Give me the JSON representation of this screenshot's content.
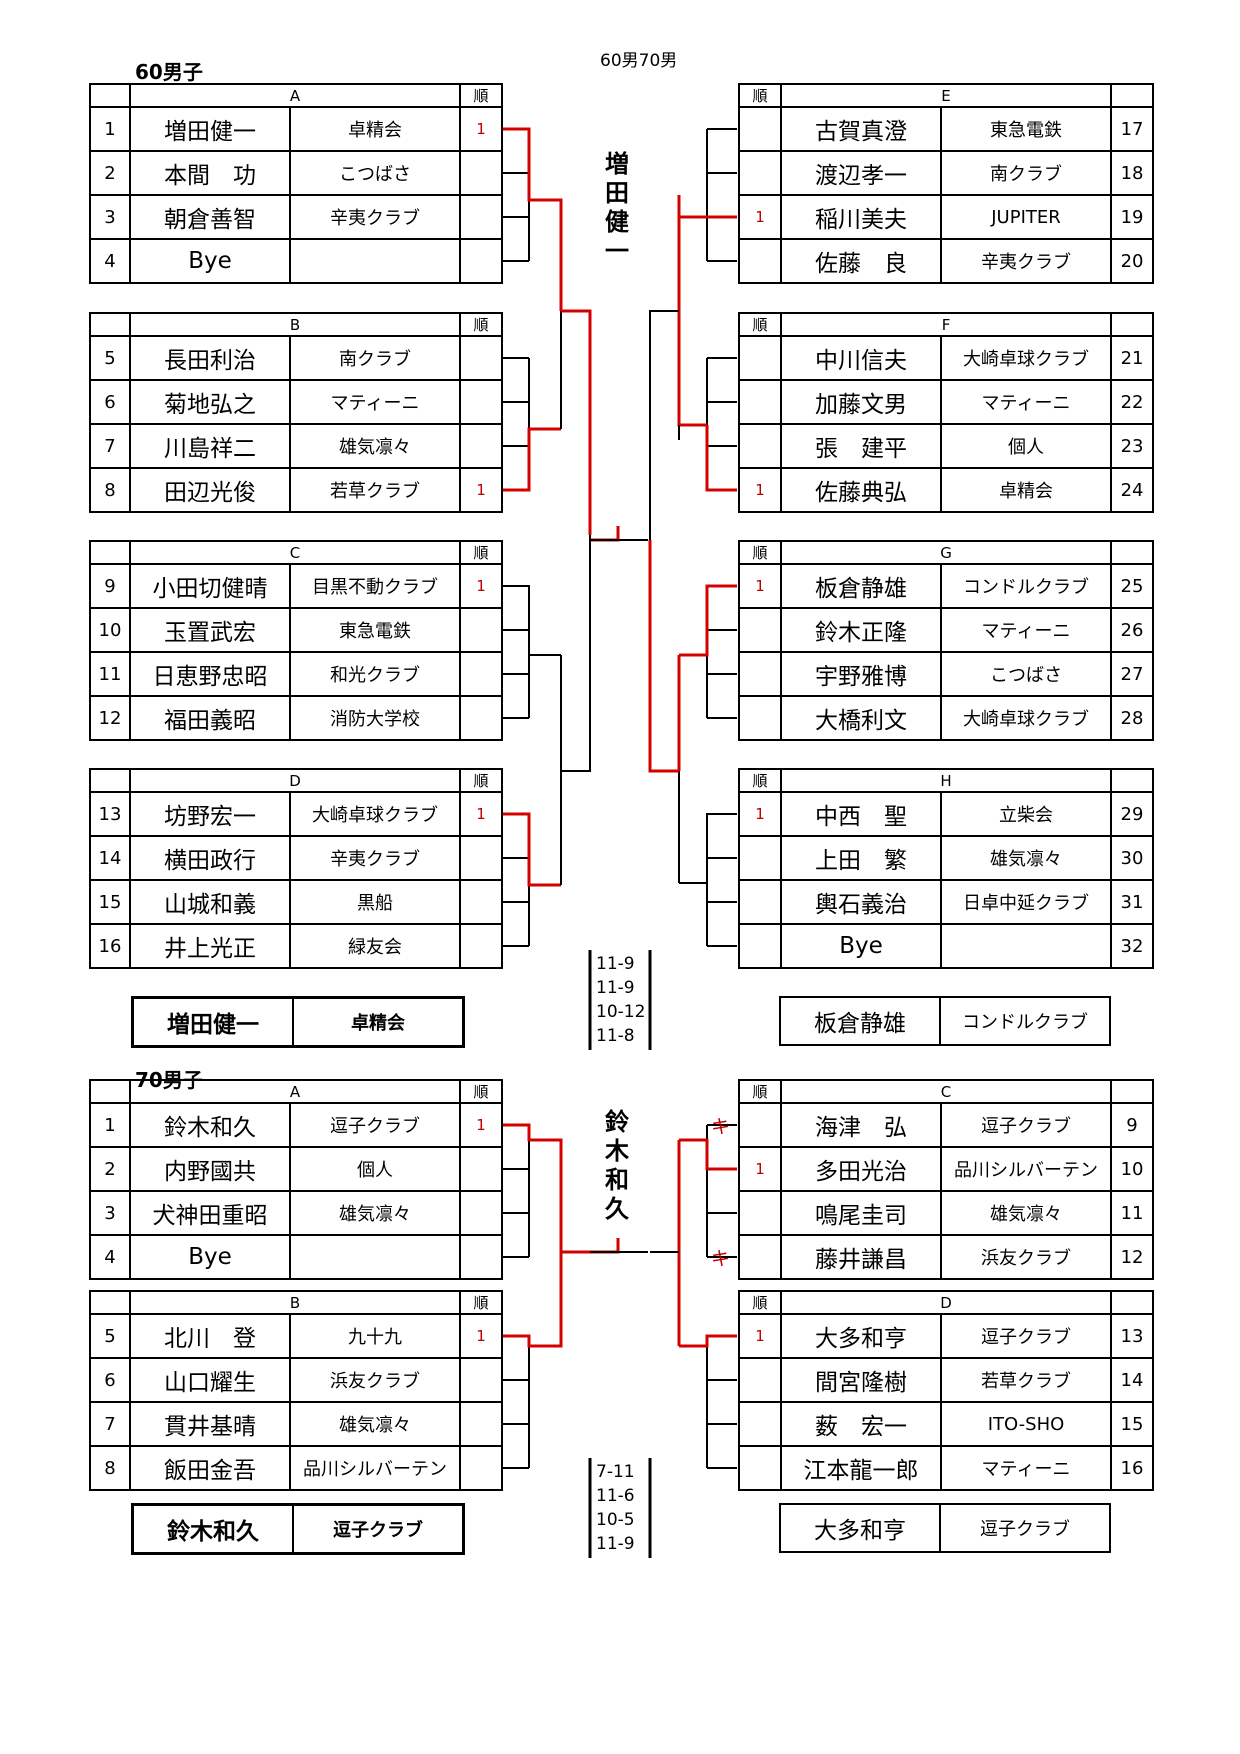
{
  "page_title": "60男70男",
  "rank_header": "順",
  "sections": [
    {
      "title": "60男子",
      "left_groups": [
        {
          "label": "A",
          "players": [
            {
              "no": "1",
              "name": "増田健一",
              "club": "卓精会",
              "rank": "1"
            },
            {
              "no": "2",
              "name": "本間　功",
              "club": "こつばさ",
              "rank": ""
            },
            {
              "no": "3",
              "name": "朝倉善智",
              "club": "辛夷クラブ",
              "rank": ""
            },
            {
              "no": "4",
              "name": "Bye",
              "club": "",
              "rank": ""
            }
          ]
        },
        {
          "label": "B",
          "players": [
            {
              "no": "5",
              "name": "長田利治",
              "club": "南クラブ",
              "rank": ""
            },
            {
              "no": "6",
              "name": "菊地弘之",
              "club": "マティーニ",
              "rank": ""
            },
            {
              "no": "7",
              "name": "川島祥二",
              "club": "雄気凛々",
              "rank": ""
            },
            {
              "no": "8",
              "name": "田辺光俊",
              "club": "若草クラブ",
              "rank": "1"
            }
          ]
        },
        {
          "label": "C",
          "players": [
            {
              "no": "9",
              "name": "小田切健晴",
              "club": "目黒不動クラブ",
              "rank": "1"
            },
            {
              "no": "10",
              "name": "玉置武宏",
              "club": "東急電鉄",
              "rank": ""
            },
            {
              "no": "11",
              "name": "日恵野忠昭",
              "club": "和光クラブ",
              "rank": ""
            },
            {
              "no": "12",
              "name": "福田義昭",
              "club": "消防大学校",
              "rank": ""
            }
          ]
        },
        {
          "label": "D",
          "players": [
            {
              "no": "13",
              "name": "坊野宏一",
              "club": "大崎卓球クラブ",
              "rank": "1"
            },
            {
              "no": "14",
              "name": "横田政行",
              "club": "辛夷クラブ",
              "rank": ""
            },
            {
              "no": "15",
              "name": "山城和義",
              "club": "黒船",
              "rank": ""
            },
            {
              "no": "16",
              "name": "井上光正",
              "club": "緑友会",
              "rank": ""
            }
          ]
        }
      ],
      "right_groups": [
        {
          "label": "E",
          "players": [
            {
              "no": "17",
              "name": "古賀真澄",
              "club": "東急電鉄",
              "rank": "",
              "mark": ""
            },
            {
              "no": "18",
              "name": "渡辺孝一",
              "club": "南クラブ",
              "rank": "",
              "mark": ""
            },
            {
              "no": "19",
              "name": "稲川美夫",
              "club": "JUPITER",
              "rank": "1",
              "mark": ""
            },
            {
              "no": "20",
              "name": "佐藤　良",
              "club": "辛夷クラブ",
              "rank": "",
              "mark": ""
            }
          ]
        },
        {
          "label": "F",
          "players": [
            {
              "no": "21",
              "name": "中川信夫",
              "club": "大崎卓球クラブ",
              "rank": "",
              "mark": ""
            },
            {
              "no": "22",
              "name": "加藤文男",
              "club": "マティーニ",
              "rank": "",
              "mark": ""
            },
            {
              "no": "23",
              "name": "張　建平",
              "club": "個人",
              "rank": "",
              "mark": ""
            },
            {
              "no": "24",
              "name": "佐藤典弘",
              "club": "卓精会",
              "rank": "1",
              "mark": ""
            }
          ]
        },
        {
          "label": "G",
          "players": [
            {
              "no": "25",
              "name": "板倉静雄",
              "club": "コンドルクラブ",
              "rank": "1",
              "mark": ""
            },
            {
              "no": "26",
              "name": "鈴木正隆",
              "club": "マティーニ",
              "rank": "",
              "mark": ""
            },
            {
              "no": "27",
              "name": "宇野雅博",
              "club": "こつばさ",
              "rank": "",
              "mark": ""
            },
            {
              "no": "28",
              "name": "大橋利文",
              "club": "大崎卓球クラブ",
              "rank": "",
              "mark": ""
            }
          ]
        },
        {
          "label": "H",
          "players": [
            {
              "no": "29",
              "name": "中西　聖",
              "club": "立柴会",
              "rank": "1",
              "mark": ""
            },
            {
              "no": "30",
              "name": "上田　繁",
              "club": "雄気凛々",
              "rank": "",
              "mark": ""
            },
            {
              "no": "31",
              "name": "輿石義治",
              "club": "日卓中延クラブ",
              "rank": "",
              "mark": ""
            },
            {
              "no": "32",
              "name": "Bye",
              "club": "",
              "rank": "",
              "mark": ""
            }
          ]
        }
      ],
      "winner": {
        "name": "増田健一",
        "club": "卓精会"
      },
      "runner_up": {
        "name": "板倉静雄",
        "club": "コンドルクラブ"
      },
      "champion_vertical": "増田健一",
      "final_scores": [
        "11-9",
        "11-9",
        "10-12",
        "11-8"
      ]
    },
    {
      "title": "70男子",
      "left_groups": [
        {
          "label": "A",
          "players": [
            {
              "no": "1",
              "name": "鈴木和久",
              "club": "逗子クラブ",
              "rank": "1"
            },
            {
              "no": "2",
              "name": "内野國共",
              "club": "個人",
              "rank": ""
            },
            {
              "no": "3",
              "name": "犬神田重昭",
              "club": "雄気凛々",
              "rank": ""
            },
            {
              "no": "4",
              "name": "Bye",
              "club": "",
              "rank": ""
            }
          ]
        },
        {
          "label": "B",
          "players": [
            {
              "no": "5",
              "name": "北川　登",
              "club": "九十九",
              "rank": "1"
            },
            {
              "no": "6",
              "name": "山口耀生",
              "club": "浜友クラブ",
              "rank": ""
            },
            {
              "no": "7",
              "name": "貫井基晴",
              "club": "雄気凛々",
              "rank": ""
            },
            {
              "no": "8",
              "name": "飯田金吾",
              "club": "品川シルバーテン",
              "rank": ""
            }
          ]
        }
      ],
      "right_groups": [
        {
          "label": "C",
          "players": [
            {
              "no": "9",
              "name": "海津　弘",
              "club": "逗子クラブ",
              "rank": "",
              "mark": "キ"
            },
            {
              "no": "10",
              "name": "多田光治",
              "club": "品川シルバーテン",
              "rank": "1",
              "mark": ""
            },
            {
              "no": "11",
              "name": "鳴尾圭司",
              "club": "雄気凛々",
              "rank": "",
              "mark": ""
            },
            {
              "no": "12",
              "name": "藤井謙昌",
              "club": "浜友クラブ",
              "rank": "",
              "mark": "キ"
            }
          ]
        },
        {
          "label": "D",
          "players": [
            {
              "no": "13",
              "name": "大多和亨",
              "club": "逗子クラブ",
              "rank": "1",
              "mark": ""
            },
            {
              "no": "14",
              "name": "間宮隆樹",
              "club": "若草クラブ",
              "rank": "",
              "mark": ""
            },
            {
              "no": "15",
              "name": "薮　宏一",
              "club": "ITO-SHO",
              "rank": "",
              "mark": ""
            },
            {
              "no": "16",
              "name": "江本龍一郎",
              "club": "マティーニ",
              "rank": "",
              "mark": ""
            }
          ]
        }
      ],
      "winner": {
        "name": "鈴木和久",
        "club": "逗子クラブ"
      },
      "runner_up": {
        "name": "大多和亨",
        "club": "逗子クラブ"
      },
      "champion_vertical": "鈴木和久",
      "final_scores": [
        "7-11",
        "11-6",
        "10-5",
        "11-9"
      ]
    }
  ],
  "colors": {
    "winner_line": "#d40000",
    "line": "#000000",
    "rank_text": "#c00000"
  }
}
